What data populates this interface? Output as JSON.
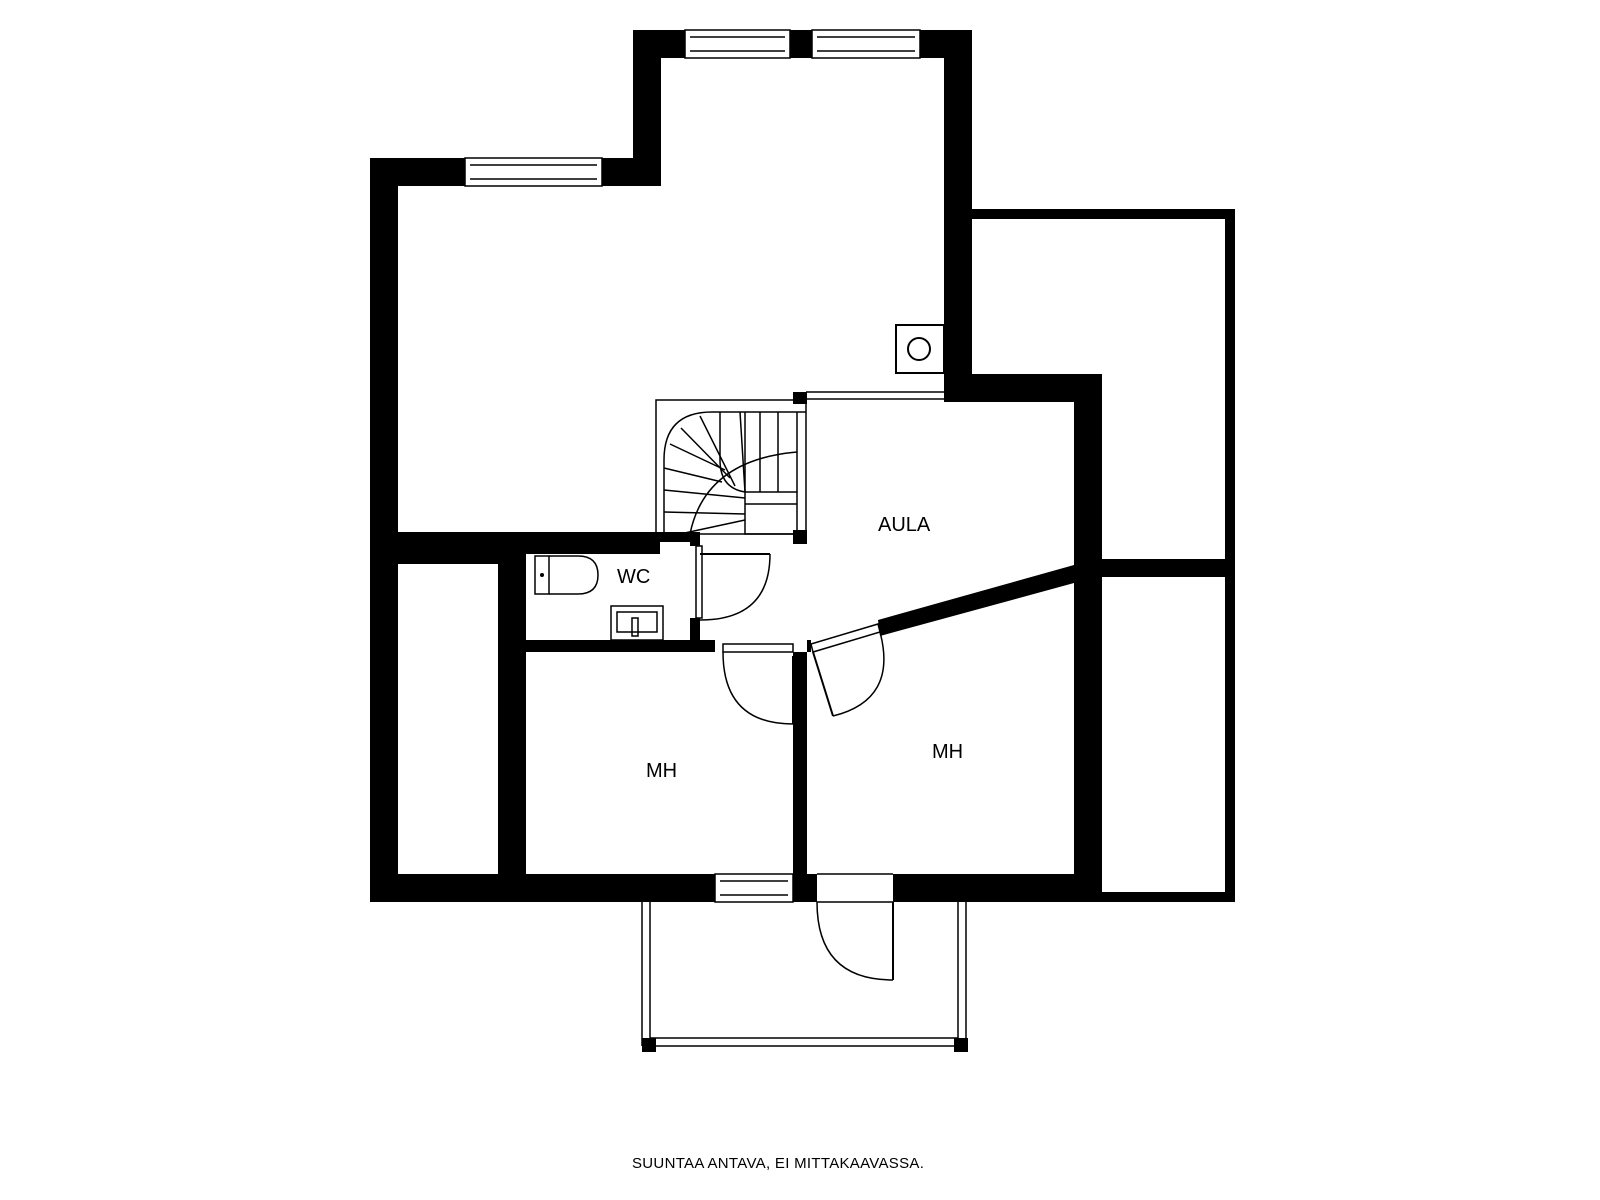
{
  "floor_plan": {
    "rooms": [
      {
        "id": "aula",
        "label": "AULA"
      },
      {
        "id": "wc",
        "label": "WC"
      },
      {
        "id": "mh-left",
        "label": "MH"
      },
      {
        "id": "mh-right",
        "label": "MH"
      }
    ],
    "disclaimer": "SUUNTAA ANTAVA, EI MITTAKAAVASSA."
  }
}
